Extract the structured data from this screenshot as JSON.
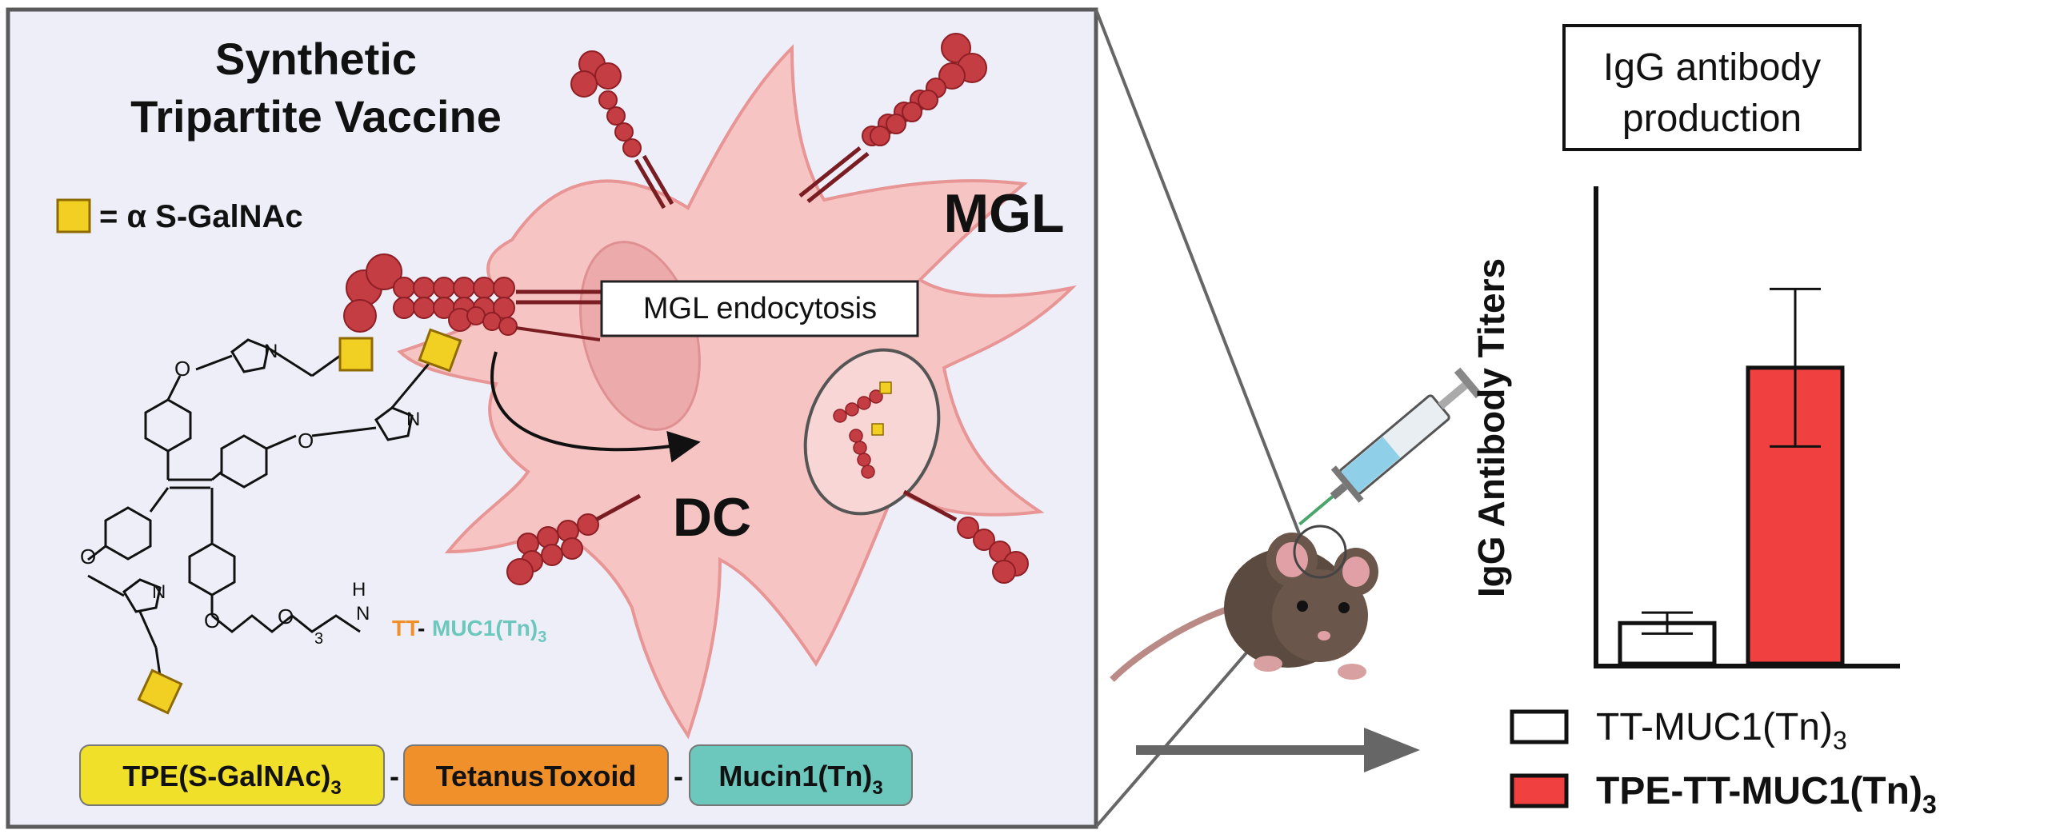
{
  "panel": {
    "title_line1": "Synthetic",
    "title_line2": "Tripartite Vaccine",
    "legend_eq": "= α S-GalNAc",
    "mgl_label": "MGL",
    "endocytosis_label": "MGL endocytosis",
    "dc_label": "DC",
    "tt_label": "TT",
    "muc1_label": "MUC1(Tn)",
    "muc1_sub": "3",
    "chem_sub": "3",
    "chem_nh": "H",
    "chem_n": "N",
    "chem_o": "O",
    "components": [
      {
        "label": "TPE(S-GalNAc)",
        "sub": "3",
        "color": "#f1e02a"
      },
      {
        "label": "TetanusToxoid",
        "sub": "",
        "color": "#f0902a"
      },
      {
        "label": "Mucin1(Tn)",
        "sub": "3",
        "color": "#6cc7bd"
      }
    ],
    "separator": "-"
  },
  "chart_data": {
    "type": "bar",
    "title": "IgG antibody production",
    "title_line1": "IgG antibody",
    "title_line2": "production",
    "ylabel": "IgG Antibody Titers",
    "ylim": [
      0,
      1.0
    ],
    "series": [
      {
        "name": "TT-MUC1(Tn)3",
        "legend_text": "TT-MUC1(Tn)",
        "legend_sub": "3",
        "value": 0.085,
        "error": 0.022,
        "color": "#ffffff"
      },
      {
        "name": "TPE-TT-MUC1(Tn)3",
        "legend_text": "TPE-TT-MUC1(Tn)",
        "legend_sub": "3",
        "value": 0.62,
        "error": 0.165,
        "color": "#f04040"
      }
    ],
    "grid": false,
    "legend_position": "bottom"
  },
  "colors": {
    "panel_bg": "#eeeef9",
    "cell": "#f7c4c4",
    "cell_stroke": "#e79595",
    "receptor": "#c43d43",
    "galnac": "#f2cf23"
  }
}
